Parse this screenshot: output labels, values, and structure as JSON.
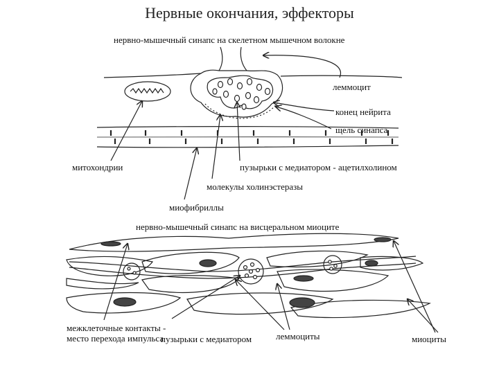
{
  "title": "Нервные окончания, эффекторы",
  "top_diagram": {
    "heading": "нервно-мышечный синапс на скелетном мышечном волокне",
    "labels": {
      "lemmocyte": "леммоцит",
      "neurite_end": "конец нейрита",
      "synaptic_cleft": "щель синапса",
      "mitochondria": "митохондрии",
      "vesicles": "пузырьки с медиатором - ацетилхолином",
      "cholinesterase": "молекулы холинэстеразы",
      "myofibrils": "миофибриллы"
    }
  },
  "bottom_diagram": {
    "heading": "нервно-мышечный синапс на висцеральном миоците",
    "labels": {
      "contacts": "межклеточные контакты - место перехода импульса",
      "vesicles": "пузырьки с медиатором",
      "lemmocytes": "леммоциты",
      "myocytes": "миоциты"
    }
  }
}
